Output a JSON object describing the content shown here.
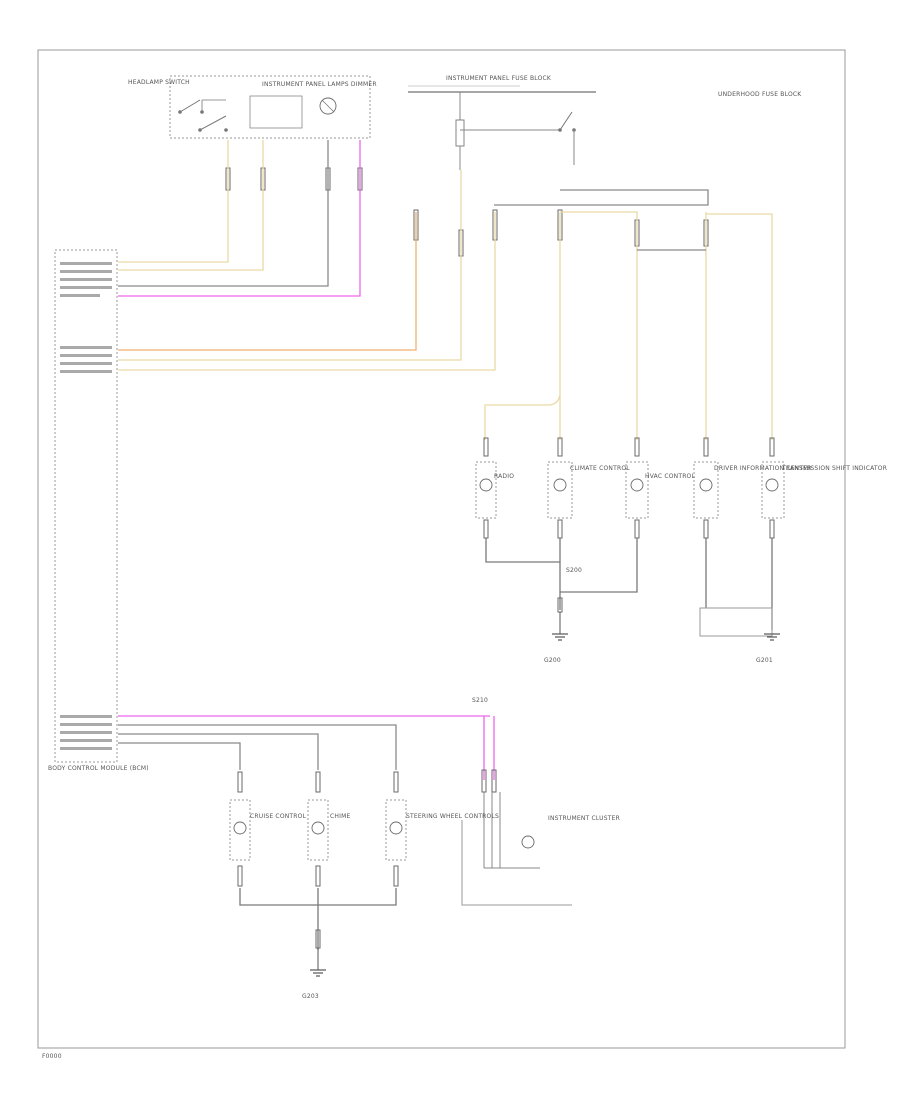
{
  "components": {
    "module": "BODY CONTROL MODULE (BCM)",
    "headlamp_switch": "HEADLAMP SWITCH",
    "dimmer": "INSTRUMENT PANEL LAMPS DIMMER",
    "fuse_block": "UNDERHOOD FUSE BLOCK",
    "ip_fuse": "INSTRUMENT PANEL FUSE BLOCK",
    "lamp_1": "RADIO",
    "lamp_2": "CLIMATE CONTROL",
    "lamp_3": "HVAC CONTROL",
    "lamp_4": "DRIVER INFORMATION CENTER",
    "lamp_5": "TRANSMISSION SHIFT INDICATOR",
    "lower_1": "CRUISE CONTROL",
    "lower_2": "CHIME",
    "lower_3": "STEERING WHEEL CONTROLS",
    "cluster": "INSTRUMENT CLUSTER",
    "ground_1": "G200",
    "ground_2": "G201",
    "ground_3": "G203",
    "splice_1": "S200",
    "splice_2": "S210"
  },
  "footer": {
    "code": "F0000"
  }
}
